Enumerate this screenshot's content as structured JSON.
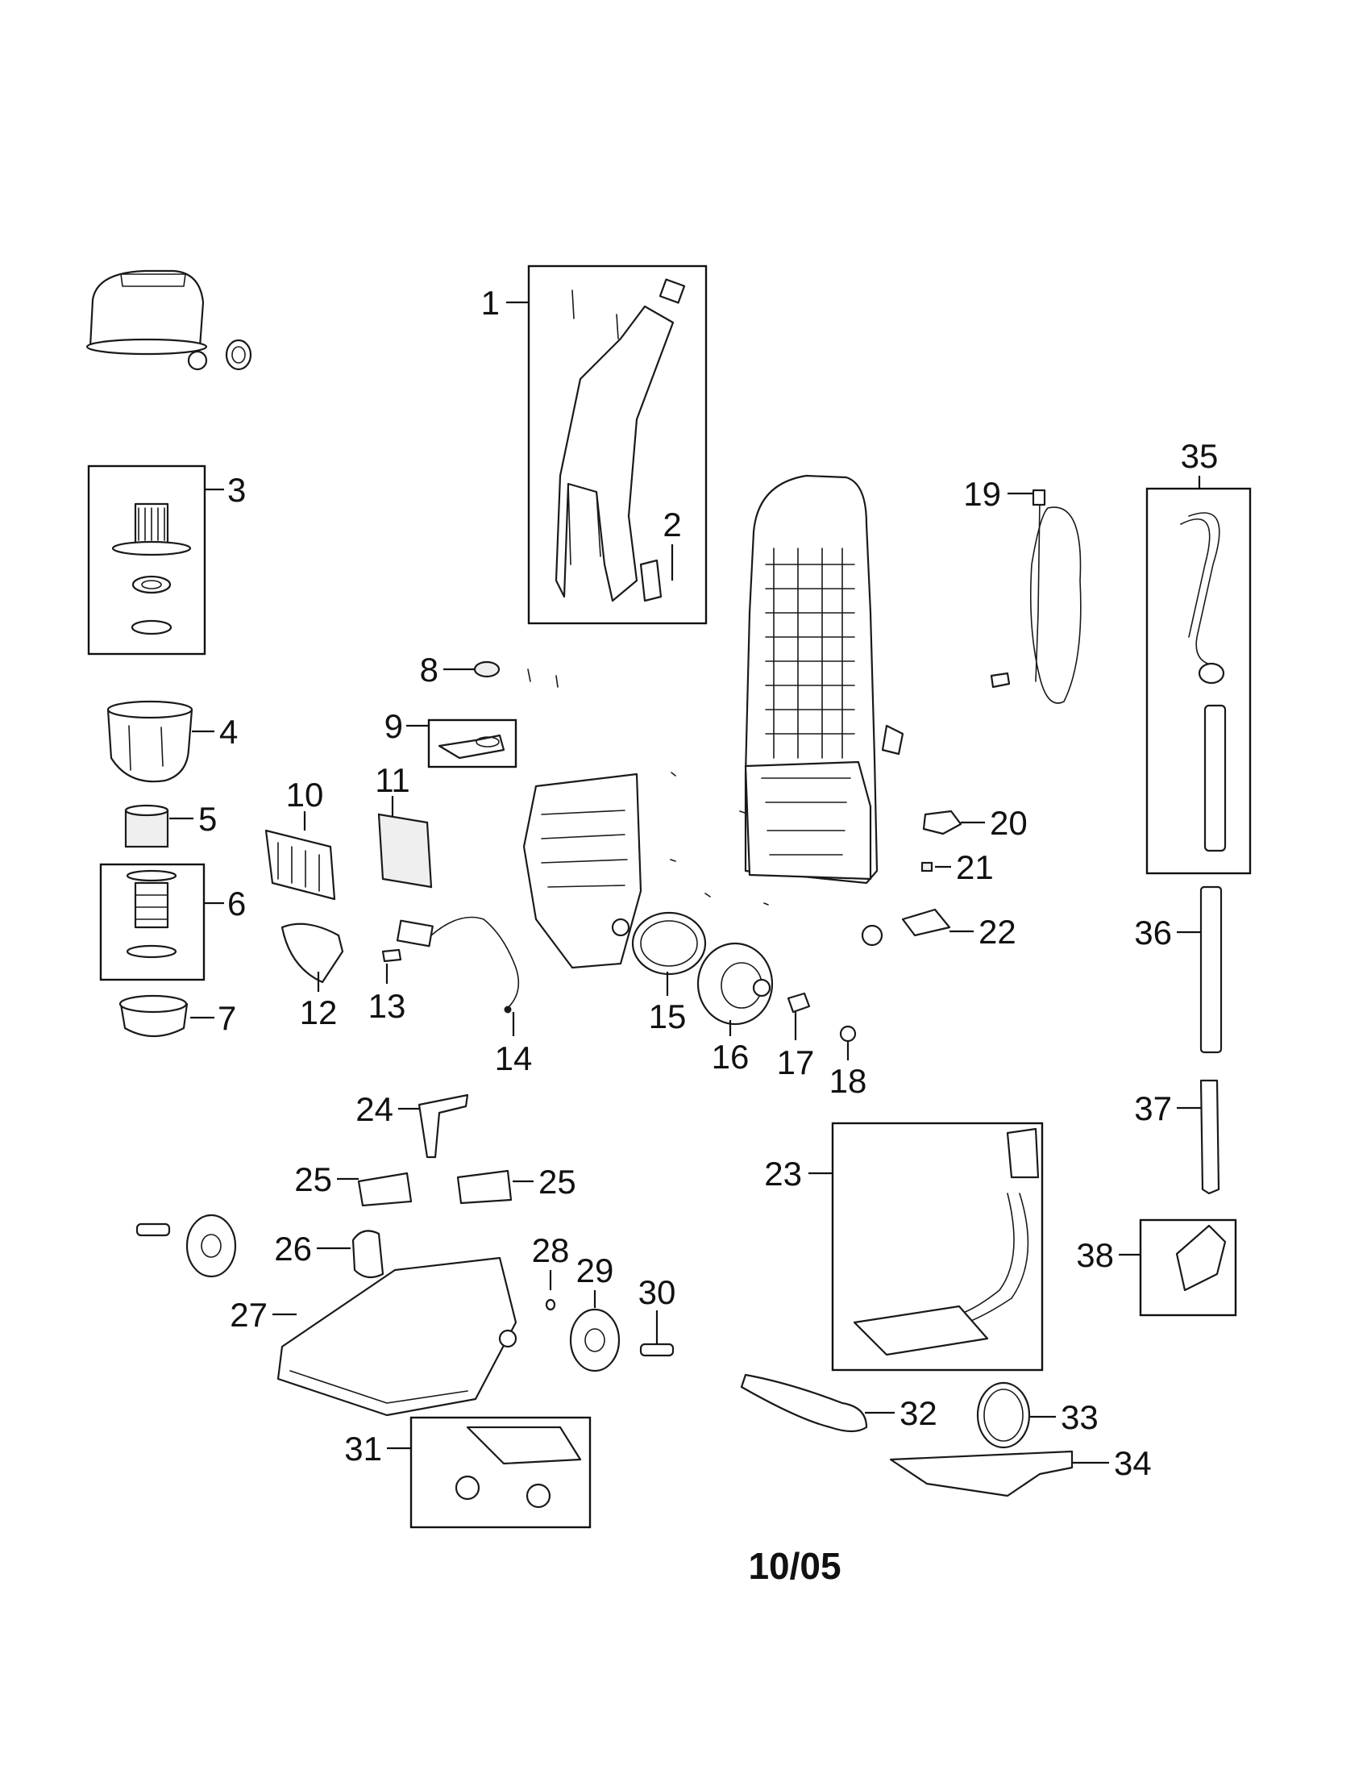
{
  "diagram": {
    "date_code": "10/05",
    "callouts": [
      "1",
      "2",
      "3",
      "4",
      "5",
      "6",
      "7",
      "8",
      "9",
      "10",
      "11",
      "12",
      "13",
      "14",
      "15",
      "16",
      "17",
      "18",
      "19",
      "20",
      "21",
      "22",
      "23",
      "24",
      "25",
      "25",
      "26",
      "27",
      "28",
      "29",
      "30",
      "31",
      "32",
      "33",
      "34",
      "35",
      "36",
      "37",
      "38"
    ],
    "colors": {
      "line": "#1a1a1a",
      "paper": "#ffffff",
      "shade": "#efefef"
    }
  }
}
